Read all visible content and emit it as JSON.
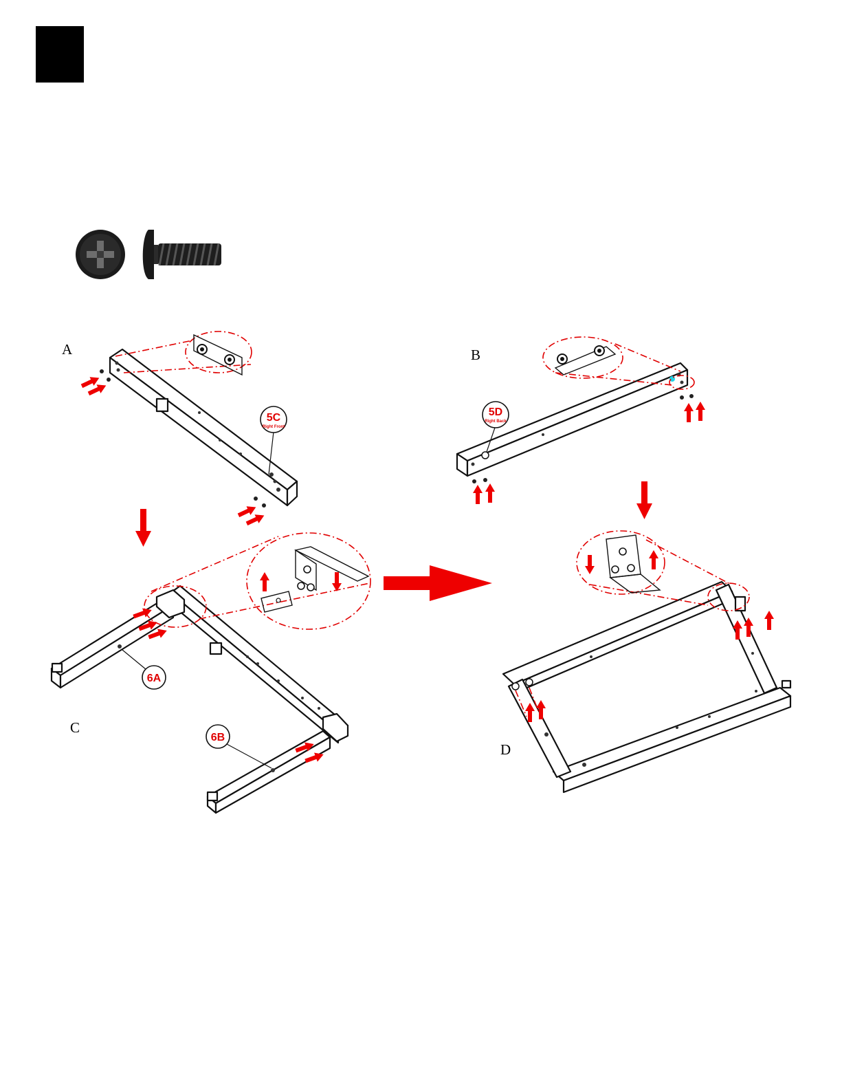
{
  "panels": {
    "a": {
      "label": "A"
    },
    "b": {
      "label": "B"
    },
    "c": {
      "label": "C"
    },
    "d": {
      "label": "D"
    }
  },
  "callouts": {
    "c5": {
      "code": "5C",
      "sub": "Right Front"
    },
    "d5": {
      "code": "5D",
      "sub": "Right Back"
    },
    "a6": {
      "code": "6A"
    },
    "b6": {
      "code": "6B"
    }
  },
  "icons": {
    "step_box": "black-square",
    "screw_head": "phillips-screw-head-icon",
    "screw_side": "screw-side-view-icon",
    "arrow": "red-arrow-icon"
  },
  "colors": {
    "accent_red": "#ee0000",
    "line": "#111111",
    "highlight_cyan": "#22d3e6"
  }
}
